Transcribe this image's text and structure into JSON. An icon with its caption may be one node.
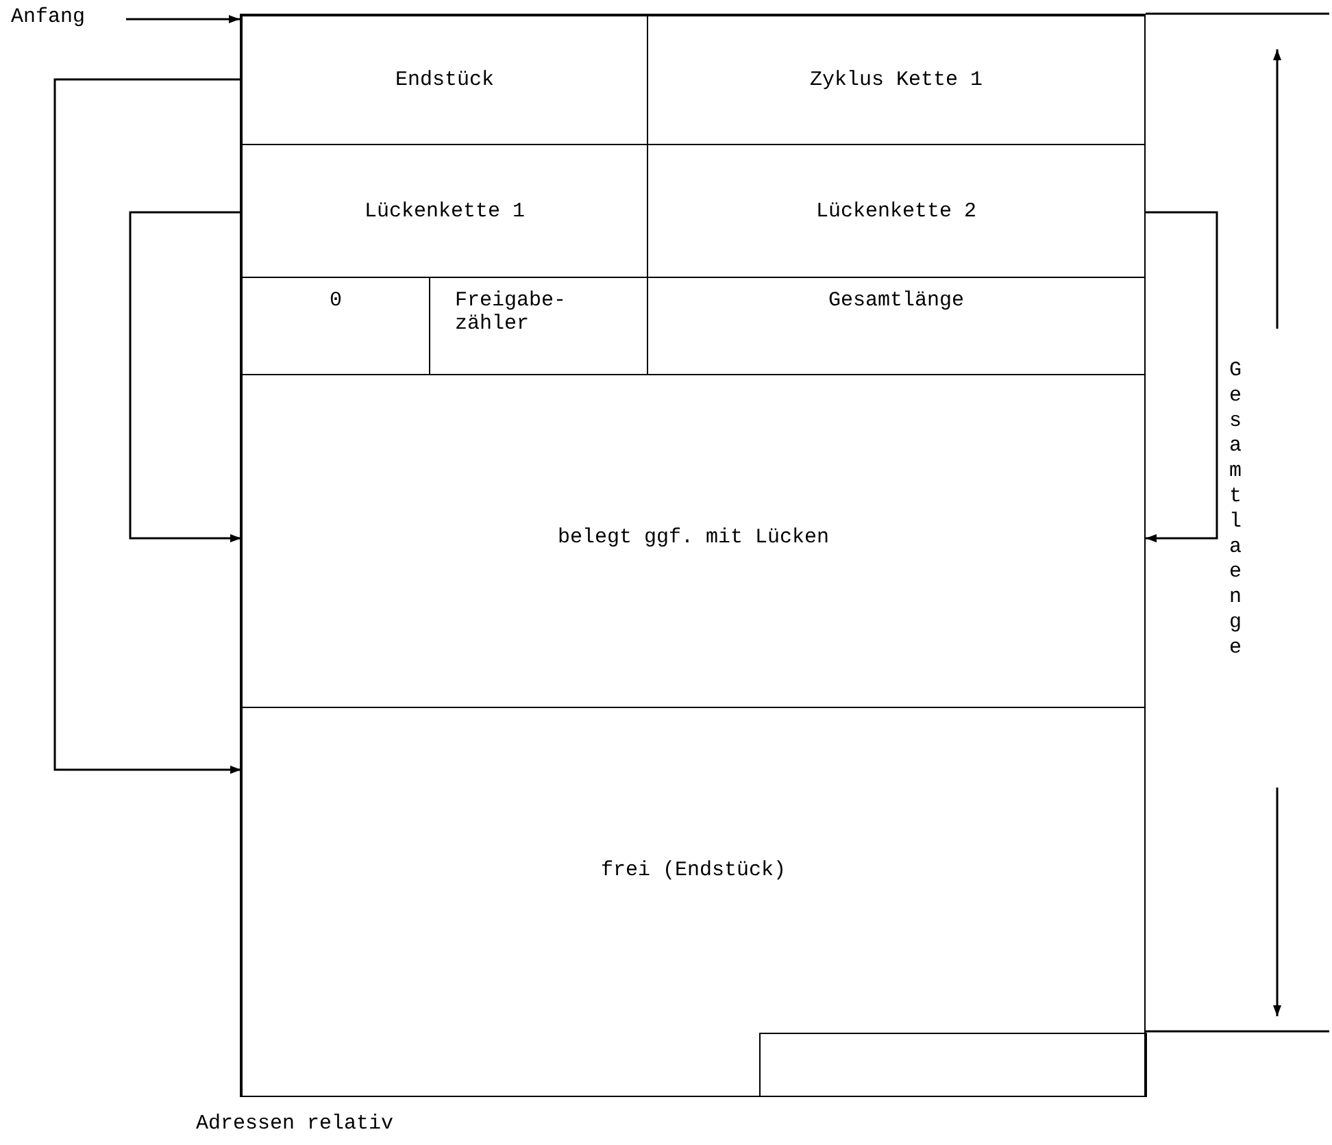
{
  "diagram": {
    "nodes": [
      {
        "text": [
          "Anfang"
        ]
      },
      {
        "text": [],
        "shape": "box"
      },
      {
        "text": [
          "Endstück"
        ],
        "in": 1
      },
      {
        "text": [
          "Zyklus Kette 1"
        ],
        "in": 1
      },
      {
        "text": [
          "Lückenkette 1"
        ],
        "in": 1
      },
      {
        "text": [
          "Lückenkette 2"
        ],
        "in": 1
      },
      {
        "text": [
          "0"
        ],
        "in": 1
      },
      {
        "text": [
          "Freigabe- zähler"
        ],
        "in": 1
      },
      {
        "text": [
          "Gesamtlänge"
        ],
        "in": 1
      },
      {
        "text": [
          "belegt ggf. mit Lücken"
        ],
        "in": 1
      },
      {
        "text": [
          "frei (Endstück)"
        ],
        "in": 1
      },
      {
        "text": [],
        "shape": "box",
        "in": 10
      }
    ],
    "edges": [
      {
        "from": 0,
        "to": 1,
        "arrow": "to"
      },
      {
        "from": 2,
        "to": 10,
        "arrow": "to"
      },
      {
        "from": 4,
        "to": 9,
        "arrow": "to"
      },
      {
        "from": 5,
        "to": 9,
        "arrow": "to"
      }
    ],
    "labels": [
      "Gesamtlaenge",
      "Adressen relativ"
    ]
  }
}
